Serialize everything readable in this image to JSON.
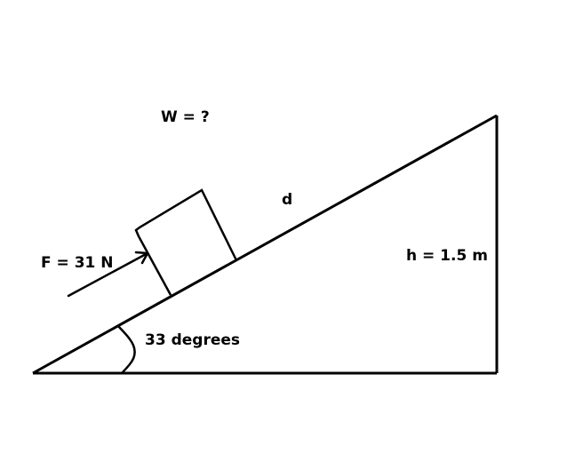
{
  "labels": {
    "work": "W = ?",
    "distance": "d",
    "force": "F = 31 N",
    "height": "h = 1.5 m",
    "angle": "33 degrees"
  },
  "colors": {
    "stroke": "#000000",
    "background": "#ffffff"
  }
}
